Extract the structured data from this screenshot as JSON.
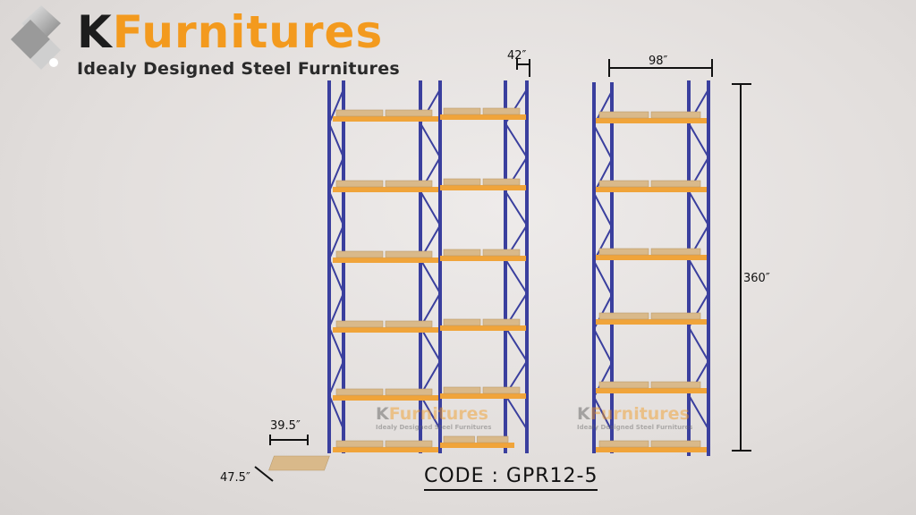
{
  "logo": {
    "brand_k": "K",
    "brand_rest": "Furnitures",
    "tagline": "Idealy Designed Steel Furnitures"
  },
  "watermark": {
    "brand_k": "K",
    "brand_rest": "Furnitures",
    "tagline": "Idealy Designed Steel Furnitures"
  },
  "dimensions": {
    "depth": "42″",
    "width": "98″",
    "height": "360″",
    "pallet_width": "39.5″",
    "pallet_depth": "47.5″"
  },
  "code_label": "CODE : GPR12-5",
  "colors": {
    "upright": "#3a3f9e",
    "beam": "#f0a43a",
    "pallet": "#d9b98a",
    "accent": "#f39a1e"
  }
}
